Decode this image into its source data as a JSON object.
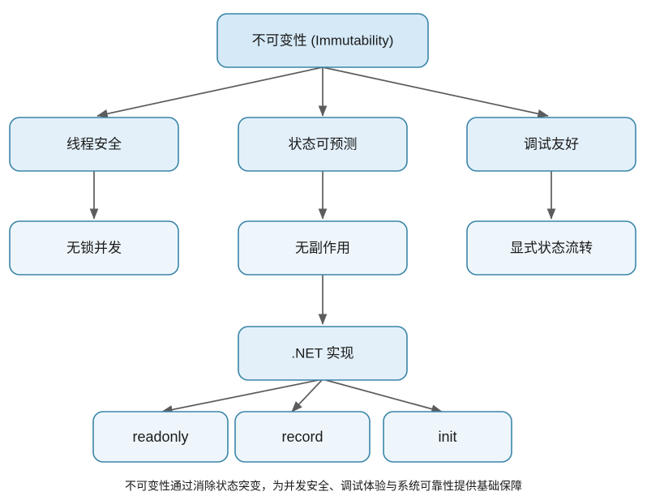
{
  "diagram": {
    "title_node": {
      "id": "root",
      "label": "不可变性 (Immutability)"
    },
    "benefits": [
      {
        "id": "thread-safety",
        "label": "线程安全"
      },
      {
        "id": "state-predictable",
        "label": "状态可预测"
      },
      {
        "id": "debug-friendly",
        "label": "调试友好"
      }
    ],
    "outcomes": [
      {
        "id": "lock-free",
        "label": "无锁并发"
      },
      {
        "id": "no-side-effects",
        "label": "无副作用"
      },
      {
        "id": "explicit-state-flow",
        "label": "显式状态流转"
      }
    ],
    "implementation_node": {
      "id": "dotnet-impl",
      "label": ".NET 实现"
    },
    "features": [
      {
        "id": "readonly",
        "label": "readonly"
      },
      {
        "id": "record",
        "label": "record"
      },
      {
        "id": "init",
        "label": "init"
      }
    ],
    "caption": "不可变性通过消除状态突变，为并发安全、调试体验与系统可靠性提供基础保障",
    "colors": {
      "border": "#3a85a8",
      "root_fill": "#d5e9f7",
      "node_fill": "#e3f0fa",
      "leaf_fill": "#eef6fb",
      "edge": "#5c5c5c",
      "text": "#1a1a1a",
      "background": "#ffffff"
    }
  }
}
